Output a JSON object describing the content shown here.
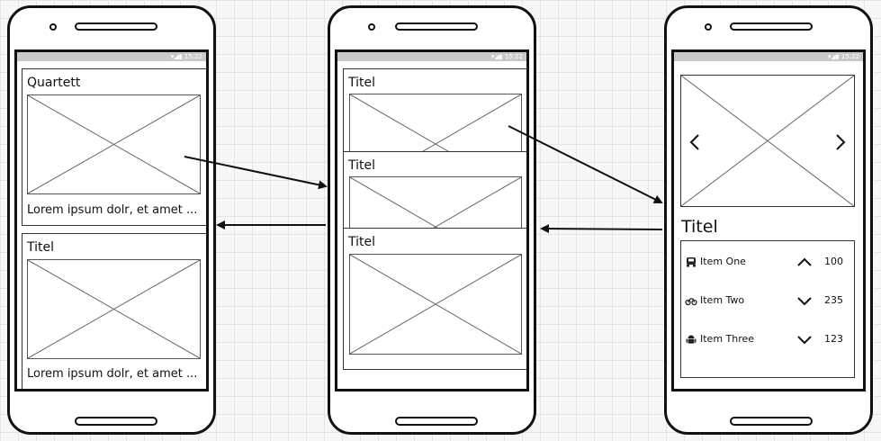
{
  "status_bar": {
    "time": "15:22"
  },
  "screen_list": {
    "cards": [
      {
        "title": "Quartett",
        "text": "Lorem ipsum dolr, et amet ..."
      },
      {
        "title": "Titel",
        "text": "Lorem ipsum dolr, et amet ..."
      }
    ]
  },
  "screen_stack": {
    "cards": [
      {
        "title": "Titel"
      },
      {
        "title": "Titel"
      },
      {
        "title": "Titel"
      }
    ]
  },
  "screen_detail": {
    "title": "Titel",
    "prev_icon": "chevron-left-icon",
    "next_icon": "chevron-right-icon",
    "items": [
      {
        "icon": "car-icon",
        "label": "Item One",
        "trend": "up",
        "value": "100"
      },
      {
        "icon": "bicycle-icon",
        "label": "Item Two",
        "trend": "down",
        "value": "235"
      },
      {
        "icon": "android-icon",
        "label": "Item Three",
        "trend": "down",
        "value": "123"
      }
    ]
  }
}
